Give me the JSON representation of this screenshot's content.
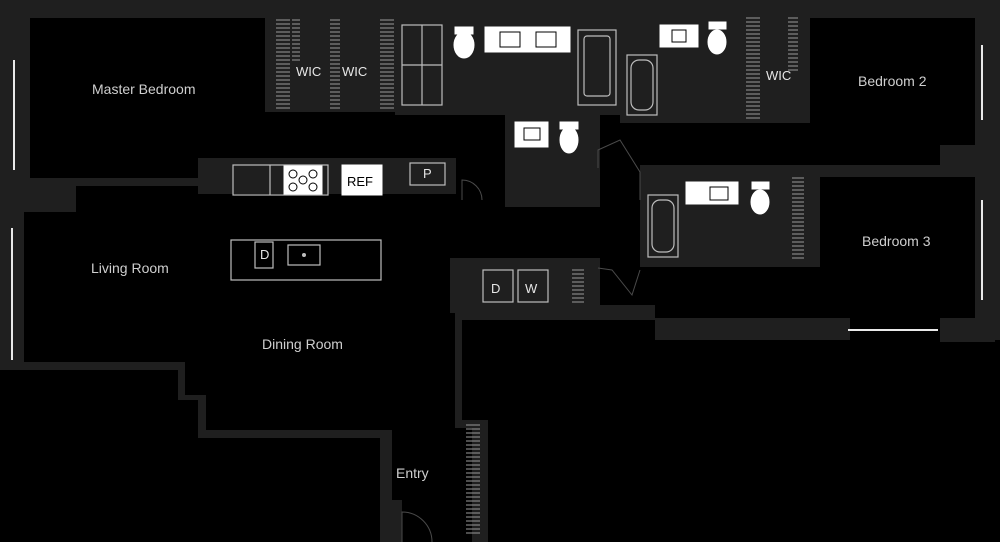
{
  "rooms": {
    "master_bedroom": "Master Bedroom",
    "bedroom_2": "Bedroom 2",
    "bedroom_3": "Bedroom 3",
    "living_room": "Living Room",
    "dining_room": "Dining Room",
    "entry": "Entry"
  },
  "closets": {
    "wic_1": "WIC",
    "wic_2": "WIC",
    "wic_3": "WIC"
  },
  "appliances": {
    "refrigerator": "REF",
    "pantry": "P",
    "dishwasher": "D",
    "dryer": "D",
    "washer": "W"
  },
  "colors": {
    "background": "#000000",
    "wall": "#1f1f1f",
    "fixture": "#ffffff",
    "text": "#cfcfcf"
  }
}
